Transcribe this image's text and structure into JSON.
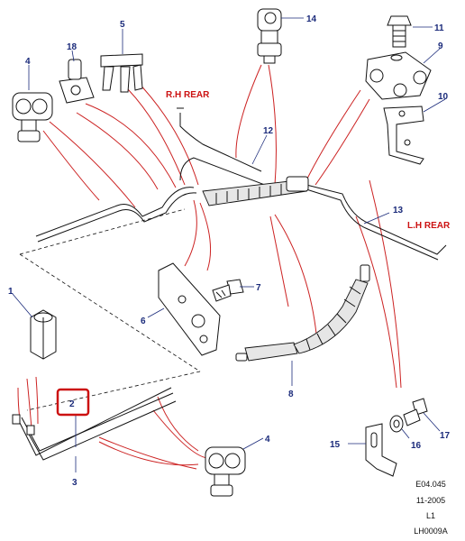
{
  "callouts": {
    "c1": "1",
    "c2": "2",
    "c3": "3",
    "c4a": "4",
    "c4b": "4",
    "c5": "5",
    "c6": "6",
    "c7": "7",
    "c8": "8",
    "c9": "9",
    "c10": "10",
    "c11": "11",
    "c12": "12",
    "c13": "13",
    "c14": "14",
    "c15": "15",
    "c16": "16",
    "c17": "17",
    "c18": "18"
  },
  "labels": {
    "rh_rear": "R.H REAR",
    "lh_rear": "L.H REAR"
  },
  "meta": {
    "ref": "E04.045",
    "date": "11-2005",
    "level": "L1",
    "code": "LH0009A"
  },
  "colors": {
    "callout": "#1a2a7a",
    "leader_red": "#cc2222",
    "highlight": "#cc1111"
  }
}
